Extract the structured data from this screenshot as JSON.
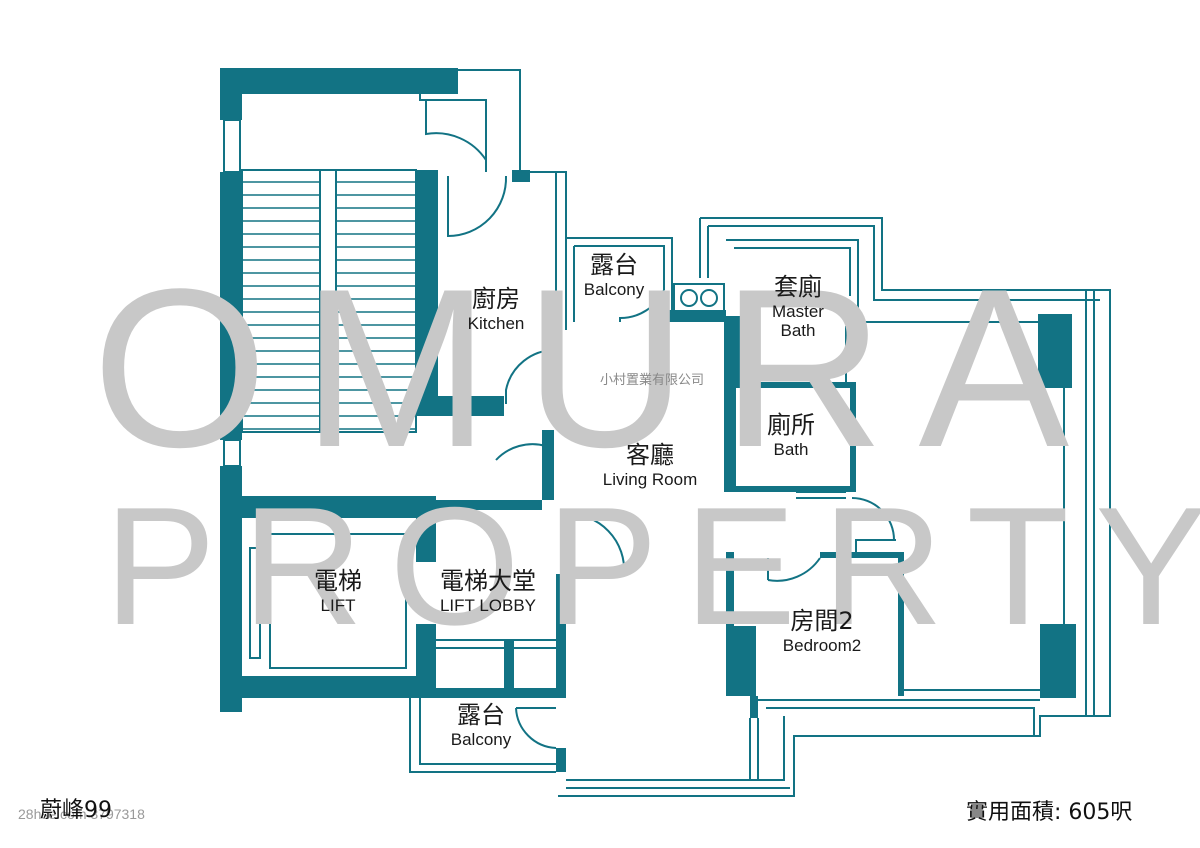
{
  "watermark": {
    "line1": "OMURA",
    "line2": "PROPERTY"
  },
  "rooms": {
    "kitchen": {
      "zh": "廚房",
      "en": "Kitchen"
    },
    "balcony_top": {
      "zh": "露台",
      "en": "Balcony"
    },
    "master_bath": {
      "zh": "套廁",
      "en1": "Master",
      "en2": "Bath"
    },
    "bath": {
      "zh": "廁所",
      "en": "Bath"
    },
    "living": {
      "zh": "客廳",
      "en": "Living Room"
    },
    "lift": {
      "zh": "電梯",
      "en": "LIFT"
    },
    "lift_lobby": {
      "zh": "電梯大堂",
      "en": "LIFT LOBBY"
    },
    "bedroom2": {
      "zh": "房間2",
      "en": "Bedroom2"
    },
    "balcony_bottom": {
      "zh": "露台",
      "en": "Balcony"
    }
  },
  "agent_name": "小村置業有限公司",
  "footer": {
    "building": "蔚峰99",
    "area_label": "實用面積: 605呎",
    "ref": "28hse.com 3797318"
  },
  "colors": {
    "wall": "#127384",
    "line": "#127384",
    "text": "#1a1a1a",
    "watermark": "#c8c8c8"
  }
}
